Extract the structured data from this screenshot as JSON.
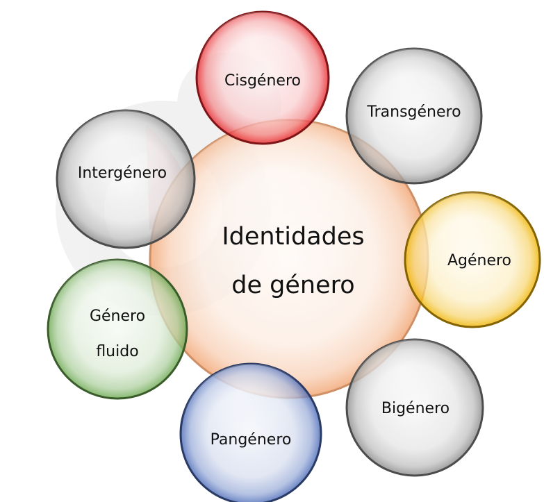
{
  "center": {
    "lines": [
      "Identidades",
      "de género"
    ],
    "color": "#f2a877"
  },
  "bubbles": [
    {
      "id": "cisgenero",
      "lines": [
        "Cisgénero"
      ],
      "color": "#e8262b"
    },
    {
      "id": "transgenero",
      "lines": [
        "Transgénero"
      ],
      "color": "#8a8a8a"
    },
    {
      "id": "agenero",
      "lines": [
        "Agénero"
      ],
      "color": "#f0b400"
    },
    {
      "id": "bigenero",
      "lines": [
        "Bigénero"
      ],
      "color": "#8a8a8a"
    },
    {
      "id": "pangenero",
      "lines": [
        "Pangénero"
      ],
      "color": "#4a6ab8"
    },
    {
      "id": "genero-fluido",
      "lines": [
        "Género",
        "fluido"
      ],
      "color": "#6aa84f"
    },
    {
      "id": "intergenero",
      "lines": [
        "Intergénero"
      ],
      "color": "#8a8a8a"
    }
  ]
}
